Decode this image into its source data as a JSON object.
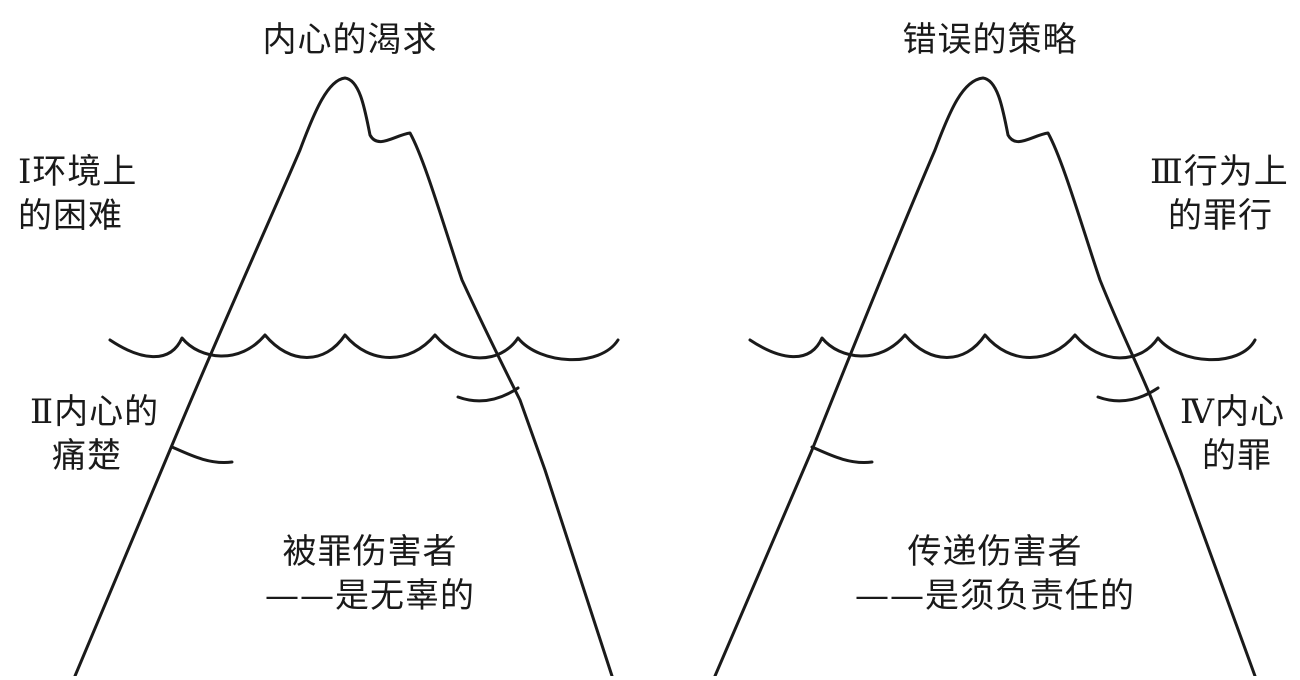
{
  "left_panel": {
    "top_label": "内心的渴求",
    "upper_label": [
      "Ⅰ环境上",
      "的困难"
    ],
    "lower_label": [
      "Ⅱ内心的",
      "痛楚"
    ],
    "bottom_label": [
      "被罪伤害者",
      "——是无辜的"
    ]
  },
  "right_panel": {
    "top_label": "错误的策略",
    "upper_label": [
      "Ⅲ行为上",
      "的罪行"
    ],
    "lower_label": [
      "Ⅳ内心",
      "的罪"
    ],
    "bottom_label": [
      "传递伤害者",
      "——是须负责任的"
    ]
  },
  "colors": {
    "ink": "#1a1a1a",
    "background": "#ffffff"
  }
}
